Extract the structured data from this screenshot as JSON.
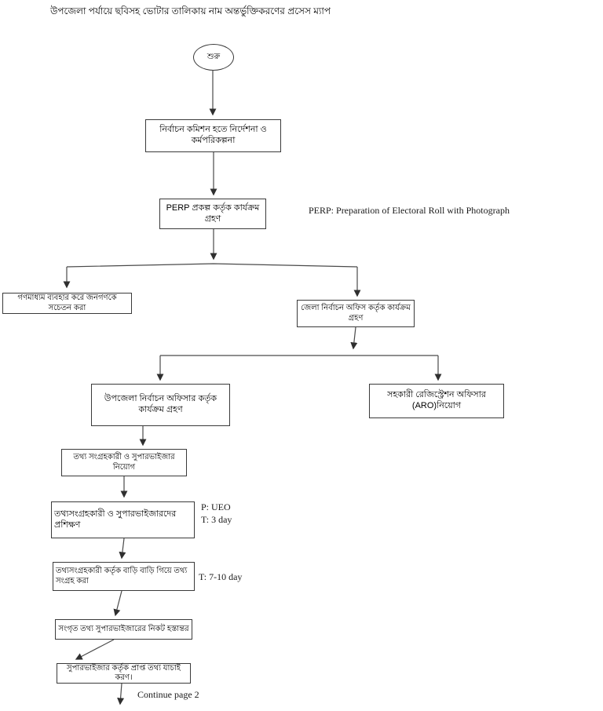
{
  "page": {
    "title": "উপজেলা পর্যায়ে ছবিসহ ভোটার তালিকায় নাম অন্তর্ভুক্তিকরণের প্রসেস ম্যাপ"
  },
  "flowchart": {
    "start_label": "শুরু",
    "nodes": {
      "ec_directive": "নির্বাচন কমিশন হতে নির্দেশনা ও কর্মপরিকল্পনা",
      "perp": "PERP প্রকল্প কর্তৃক কার্যক্রম গ্রহণ",
      "media_awareness": "গণমাধ্যম ব্যবহার করে জনগণকে সচেতন করা",
      "district_office": "জেলা নির্বাচন অফিস কর্তৃক কার্যক্রম গ্রহণ",
      "upazila_officer": "উপজেলা নির্বাচন অফিসার কর্তৃক কার্যক্রম গ্রহণ",
      "aro_appointment": "সহকারী রেজিস্ট্রেশন অফিসার (ARO)নিয়োগ",
      "recruit": "তথ্য সংগ্রহকারী ও সুপারভাইজার নিয়োগ",
      "training": "তথ্যসংগ্রহকারী ও সুপারভাইজারদের প্রশিক্ষণ",
      "house_collection": "তথ্যসংগ্রহকারী কর্তৃক বাড়ি বাড়ি গিয়ে তথ্য সংগ্রহ করা",
      "handover": "সংগৃত তথ্য সুপারভাইজারের নিকট হস্তান্তর",
      "verification": "সুপারভাইজার কর্তৃক প্রাপ্ত তথ্য যাচাই করণ।"
    },
    "annotations": {
      "perp_definition": "PERP: Preparation of Electoral Roll with Photograph",
      "training_person": "P: UEO",
      "training_time": "T: 3 day",
      "collection_time": "T: 7-10 day",
      "continue_note": "Continue page 2"
    }
  },
  "colors": {
    "background": "#ffffff",
    "line": "#404040",
    "border": "#3a3a3a",
    "text": "#000000"
  }
}
